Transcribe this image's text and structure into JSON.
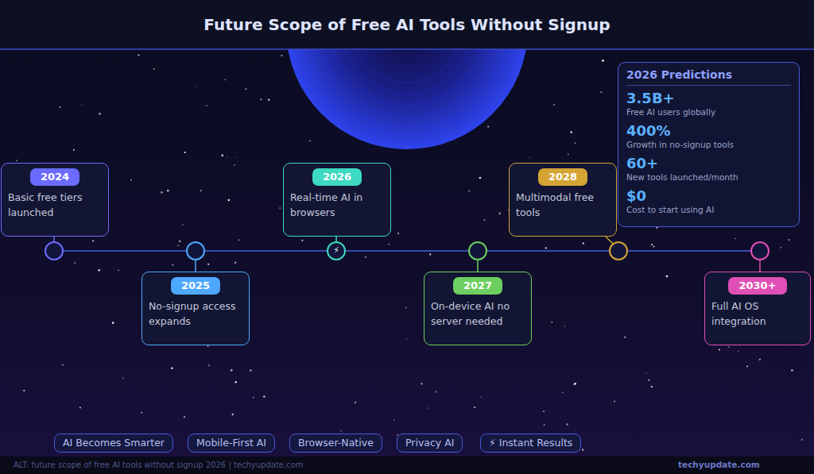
{
  "diagram": {
    "title": "Future Scope of Free AI Tools Without Signup",
    "nodes": [
      {
        "text": [
          "2024",
          "Basic free tiers launched"
        ]
      },
      {
        "text": [
          "2025",
          "No-signup access expands"
        ]
      },
      {
        "text": [
          "2026",
          "Real-time AI in browsers"
        ]
      },
      {
        "text": [
          "2027",
          "On-device AI no server needed"
        ]
      },
      {
        "text": [
          "2028",
          "Multimodal free tools"
        ]
      },
      {
        "text": [
          "2030+",
          "Full AI OS integration"
        ]
      },
      {
        "text": [
          "2026 Predictions",
          "3.5B+",
          "Free AI users globally",
          "400%",
          "Growth in no-signup tools",
          "60+",
          "New tools launched/month",
          "$0",
          "Cost to start using AI"
        ]
      },
      {
        "text": [
          "AI Becomes Smarter"
        ]
      },
      {
        "text": [
          "Mobile-First AI"
        ]
      },
      {
        "text": [
          "Browser-Native"
        ]
      },
      {
        "text": [
          "Privacy AI"
        ]
      },
      {
        "text": [
          "⚡ Instant Results"
        ]
      }
    ],
    "labels": [
      "⚡",
      "ALT: future scope of free AI tools without signup 2026 | techyupdate.com",
      "techyupdate.com"
    ]
  }
}
